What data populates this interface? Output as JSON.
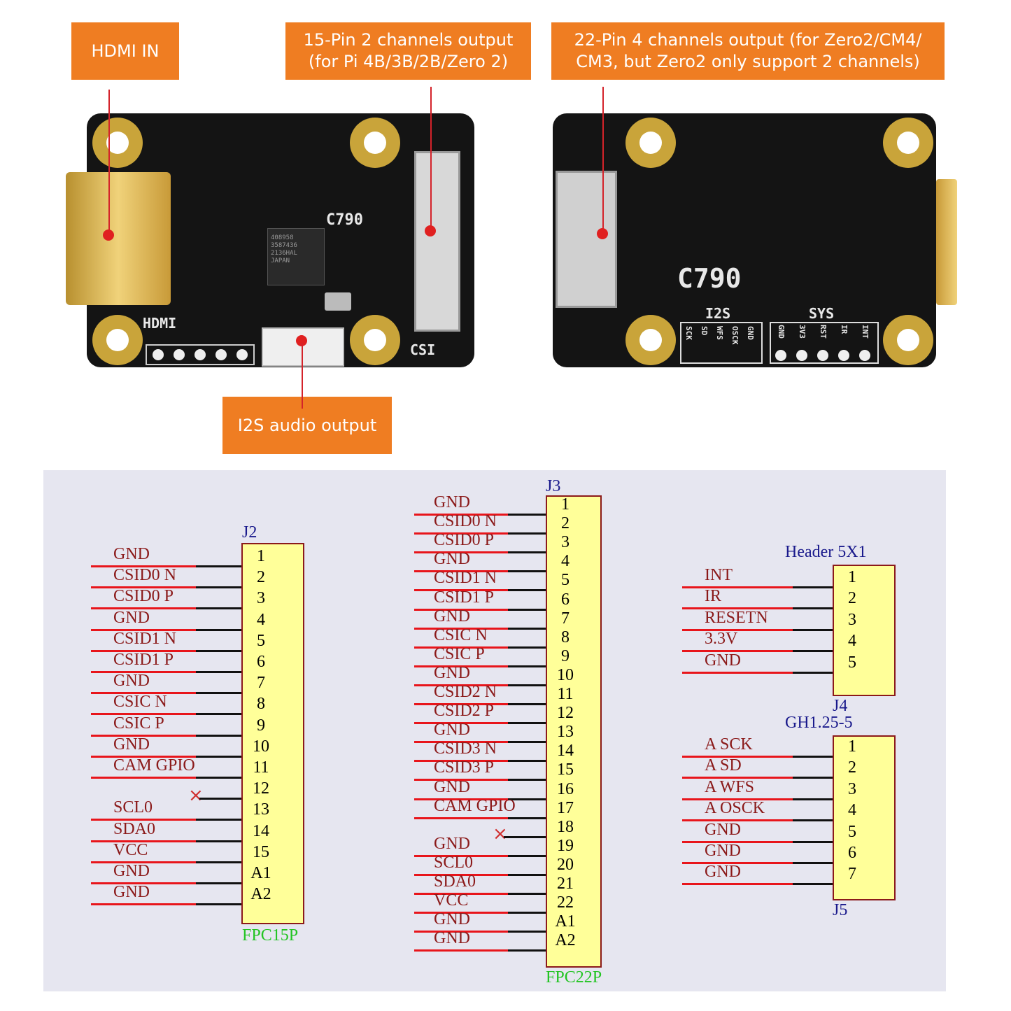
{
  "callouts": {
    "hdmi_in": "HDMI IN",
    "pin15_line1": "15-Pin 2 channels output",
    "pin15_line2": "(for Pi 4B/3B/2B/Zero 2)",
    "pin22_line1": "22-Pin 4 channels output (for Zero2/CM4/",
    "pin22_line2": "CM3, but Zero2 only support 2 channels)",
    "i2s": "I2S audio output"
  },
  "board_front": {
    "model": "C790",
    "hdmi_label": "HDMI",
    "csi_label": "CSI",
    "chip_text": [
      "408958",
      "3587436",
      "2136HAL",
      "JAPAN"
    ]
  },
  "board_back": {
    "model": "C790",
    "i2s_title": "I2S",
    "i2s_pins": [
      "SCK",
      "SD",
      "WFS",
      "OSCK",
      "GND"
    ],
    "sys_title": "SYS",
    "sys_pins": [
      "GND",
      "3V3",
      "RST",
      "IR",
      "INT"
    ]
  },
  "j2": {
    "ref": "J2",
    "footprint": "FPC15P",
    "pins": [
      {
        "num": "1",
        "signal": "GND"
      },
      {
        "num": "2",
        "signal": "CSID0_N"
      },
      {
        "num": "3",
        "signal": "CSID0_P"
      },
      {
        "num": "4",
        "signal": "GND"
      },
      {
        "num": "5",
        "signal": "CSID1_N"
      },
      {
        "num": "6",
        "signal": "CSID1_P"
      },
      {
        "num": "7",
        "signal": "GND"
      },
      {
        "num": "8",
        "signal": "CSIC_N"
      },
      {
        "num": "9",
        "signal": "CSIC_P"
      },
      {
        "num": "10",
        "signal": "GND"
      },
      {
        "num": "11",
        "signal": "CAM_GPIO"
      },
      {
        "num": "12",
        "signal": ""
      },
      {
        "num": "13",
        "signal": "SCL0"
      },
      {
        "num": "14",
        "signal": "SDA0"
      },
      {
        "num": "15",
        "signal": "VCC"
      },
      {
        "num": "A1",
        "signal": "GND"
      },
      {
        "num": "A2",
        "signal": "GND"
      }
    ]
  },
  "j3": {
    "ref": "J3",
    "footprint": "FPC22P",
    "pins": [
      {
        "num": "1",
        "signal": "GND"
      },
      {
        "num": "2",
        "signal": "CSID0_N"
      },
      {
        "num": "3",
        "signal": "CSID0_P"
      },
      {
        "num": "4",
        "signal": "GND"
      },
      {
        "num": "5",
        "signal": "CSID1_N"
      },
      {
        "num": "6",
        "signal": "CSID1_P"
      },
      {
        "num": "7",
        "signal": "GND"
      },
      {
        "num": "8",
        "signal": "CSIC_N"
      },
      {
        "num": "9",
        "signal": "CSIC_P"
      },
      {
        "num": "10",
        "signal": "GND"
      },
      {
        "num": "11",
        "signal": "CSID2_N"
      },
      {
        "num": "12",
        "signal": "CSID2_P"
      },
      {
        "num": "13",
        "signal": "GND"
      },
      {
        "num": "14",
        "signal": "CSID3_N"
      },
      {
        "num": "15",
        "signal": "CSID3_P"
      },
      {
        "num": "16",
        "signal": "GND"
      },
      {
        "num": "17",
        "signal": "CAM_GPIO"
      },
      {
        "num": "18",
        "signal": ""
      },
      {
        "num": "19",
        "signal": "GND"
      },
      {
        "num": "20",
        "signal": "SCL0"
      },
      {
        "num": "21",
        "signal": "SDA0"
      },
      {
        "num": "22",
        "signal": "VCC"
      },
      {
        "num": "A1",
        "signal": "GND"
      },
      {
        "num": "A2",
        "signal": "GND"
      }
    ]
  },
  "j4": {
    "ref": "J4",
    "title": "Header 5X1",
    "pins": [
      {
        "num": "1",
        "signal": "INT"
      },
      {
        "num": "2",
        "signal": "IR"
      },
      {
        "num": "3",
        "signal": "RESETN"
      },
      {
        "num": "4",
        "signal": "3.3V"
      },
      {
        "num": "5",
        "signal": "GND"
      }
    ]
  },
  "j5": {
    "ref": "J5",
    "title": "GH1.25-5",
    "pins": [
      {
        "num": "1",
        "signal": "A_SCK"
      },
      {
        "num": "2",
        "signal": "A_SD"
      },
      {
        "num": "3",
        "signal": "A_WFS"
      },
      {
        "num": "4",
        "signal": "A_OSCK"
      },
      {
        "num": "5",
        "signal": "GND"
      },
      {
        "num": "6",
        "signal": "GND"
      },
      {
        "num": "7",
        "signal": "GND"
      }
    ]
  },
  "colors": {
    "callout": "#ef7d22",
    "wire": "#e8151b",
    "box_fill": "#ffff99",
    "footprint": "#22c422"
  }
}
